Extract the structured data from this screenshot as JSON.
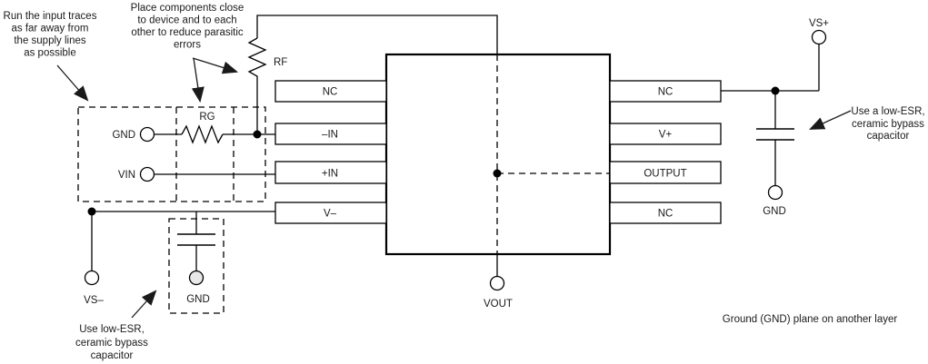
{
  "annotations": {
    "input_traces": {
      "lines": [
        "Run the input traces",
        "as far away from",
        "the supply lines",
        "as possible"
      ]
    },
    "place_components": {
      "lines": [
        "Place components close",
        "to device and to each",
        "other to reduce parasitic",
        "errors"
      ]
    },
    "bypass_right": {
      "lines": [
        "Use a low-ESR,",
        "ceramic bypass",
        "capacitor"
      ]
    },
    "bypass_left": {
      "lines": [
        "Use low-ESR,",
        "ceramic bypass",
        "capacitor"
      ]
    },
    "ground_plane": "Ground (GND) plane on another layer"
  },
  "labels": {
    "rf": "RF",
    "rg": "RG",
    "gnd_input": "GND",
    "vin": "VIN",
    "vs_minus": "VS–",
    "gnd_bottom": "GND",
    "vout": "VOUT",
    "vs_plus": "VS+",
    "gnd_right": "GND"
  },
  "ic": {
    "left_pins": [
      "NC",
      "–IN",
      "+IN",
      "V–"
    ],
    "right_pins": [
      "NC",
      "V+",
      "OUTPUT",
      "NC"
    ]
  },
  "colors": {
    "line": "#000000",
    "text": "#1a1a1a",
    "background": "#ffffff"
  }
}
